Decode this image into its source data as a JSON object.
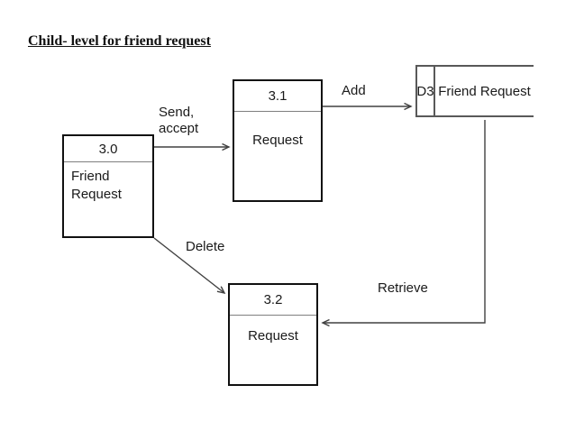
{
  "diagram": {
    "title": "Child- level for friend request",
    "processes": [
      {
        "id": "3.0",
        "name": "Friend\nRequest"
      },
      {
        "id": "3.1",
        "name": "Request"
      },
      {
        "id": "3.2",
        "name": "Request"
      }
    ],
    "data_store": {
      "id": "D3",
      "name": "Friend Request"
    },
    "flows": [
      {
        "label": "Send,\naccept",
        "from": "3.0",
        "to": "3.1"
      },
      {
        "label": "Add",
        "from": "3.1",
        "to": "D3"
      },
      {
        "label": "Delete",
        "from": "3.0",
        "to": "3.2"
      },
      {
        "label": "Retrieve",
        "from": "D3",
        "to": "3.2"
      }
    ],
    "colors": {
      "process_border": "#111111",
      "datastore_border": "#595959",
      "arrow": "#404040",
      "text": "#1a1a1a",
      "background": "#ffffff"
    }
  }
}
